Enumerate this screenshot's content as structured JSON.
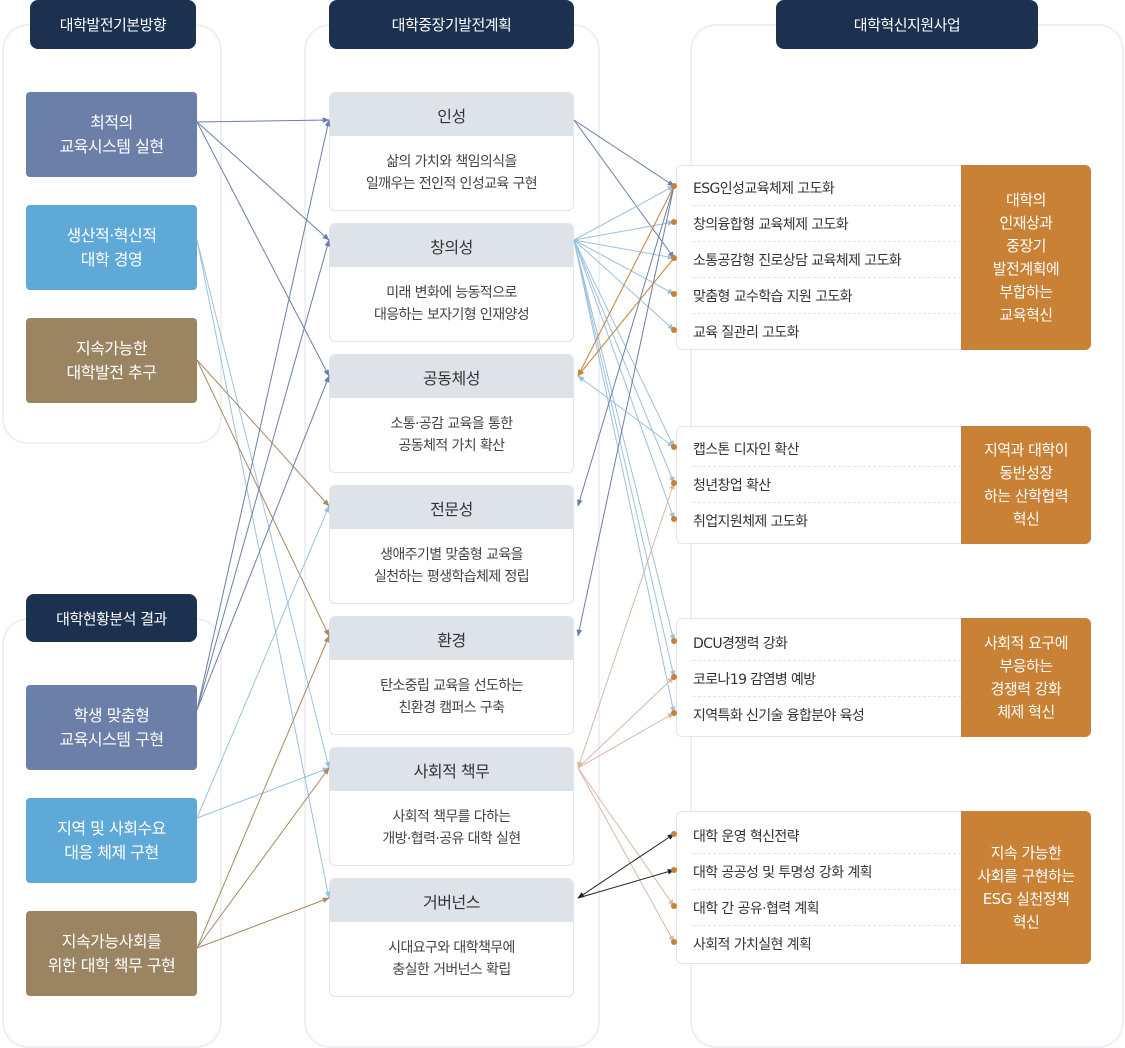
{
  "columns": {
    "left_header": "대학발전기본방향",
    "left_header2": "대학현황분석 결과",
    "middle_header": "대학중장기발전계획",
    "right_header": "대학혁신지원사업"
  },
  "left_boxes": [
    {
      "label": "최적의\n교육시스템 실현"
    },
    {
      "label": "생산적·혁신적\n대학 경영"
    },
    {
      "label": "지속가능한\n대학발전 추구"
    },
    {
      "label": "학생 맞춤형\n교육시스템 구현"
    },
    {
      "label": "지역 및 사회수요\n대응 체제 구현"
    },
    {
      "label": "지속가능사회를\n위한 대학 책무 구현"
    }
  ],
  "middle_cards": [
    {
      "title": "인성",
      "desc": "삶의 가치와 책임의식을\n일깨우는 전인적 인성교육 구현"
    },
    {
      "title": "창의성",
      "desc": "미래 변화에 능동적으로\n대응하는 보자기형 인재양성"
    },
    {
      "title": "공동체성",
      "desc": "소통·공감 교육을 통한\n공동체적 가치 확산"
    },
    {
      "title": "전문성",
      "desc": "생애주기별 맞춤형 교육을\n실천하는 평생학습체제 정립"
    },
    {
      "title": "환경",
      "desc": "탄소중립 교육을 선도하는\n친환경 캠퍼스 구축"
    },
    {
      "title": "사회적 책무",
      "desc": "사회적 책무를 다하는\n개방·협력·공유 대학 실현"
    },
    {
      "title": "거버넌스",
      "desc": "시대요구와 대학책무에\n충실한 거버넌스 확립"
    }
  ],
  "right_groups": [
    {
      "label": "대학의\n인재상과\n중장기\n발전계획에\n부합하는\n교육혁신",
      "items": [
        "ESG인성교육체제 고도화",
        "창의융합형 교육체제 고도화",
        "소통공감형 진로상담 교육체제 고도화",
        "맞춤형 교수학습 지원 고도화",
        "교육 질관리 고도화"
      ]
    },
    {
      "label": "지역과 대학이\n동반성장\n하는 산학협력\n혁신",
      "items": [
        "캡스톤 디자인 확산",
        "청년창업 확산",
        "취업지원체제 고도화"
      ]
    },
    {
      "label": "사회적 요구에\n부응하는\n경쟁력 강화\n체제 혁신",
      "items": [
        "DCU경쟁력 강화",
        "코로나19 감염병 예방",
        "지역특화 신기술 융합분야 육성"
      ]
    },
    {
      "label": "지속 가능한\n사회를 구현하는\nESG 실천정책\n혁신",
      "items": [
        "대학 운영 혁신전략",
        "대학 공공성 및 투명성 강화 계획",
        "대학 간 공유·협력 계획",
        "사회적 가치실현 계획"
      ]
    }
  ],
  "colors": {
    "header": "#1c3150",
    "slate": "#6b7fa8",
    "blue": "#5fa9d9",
    "brown": "#9b8462",
    "orange": "#c98136",
    "card_title_bg": "#dde3e9",
    "arrow_slate": "#6b7fa8",
    "arrow_lightblue": "#9cc1dd",
    "arrow_brown": "#a88a64",
    "arrow_orange": "#c98136",
    "arrow_pink": "#dbb7a6",
    "arrow_dark": "#222222"
  }
}
